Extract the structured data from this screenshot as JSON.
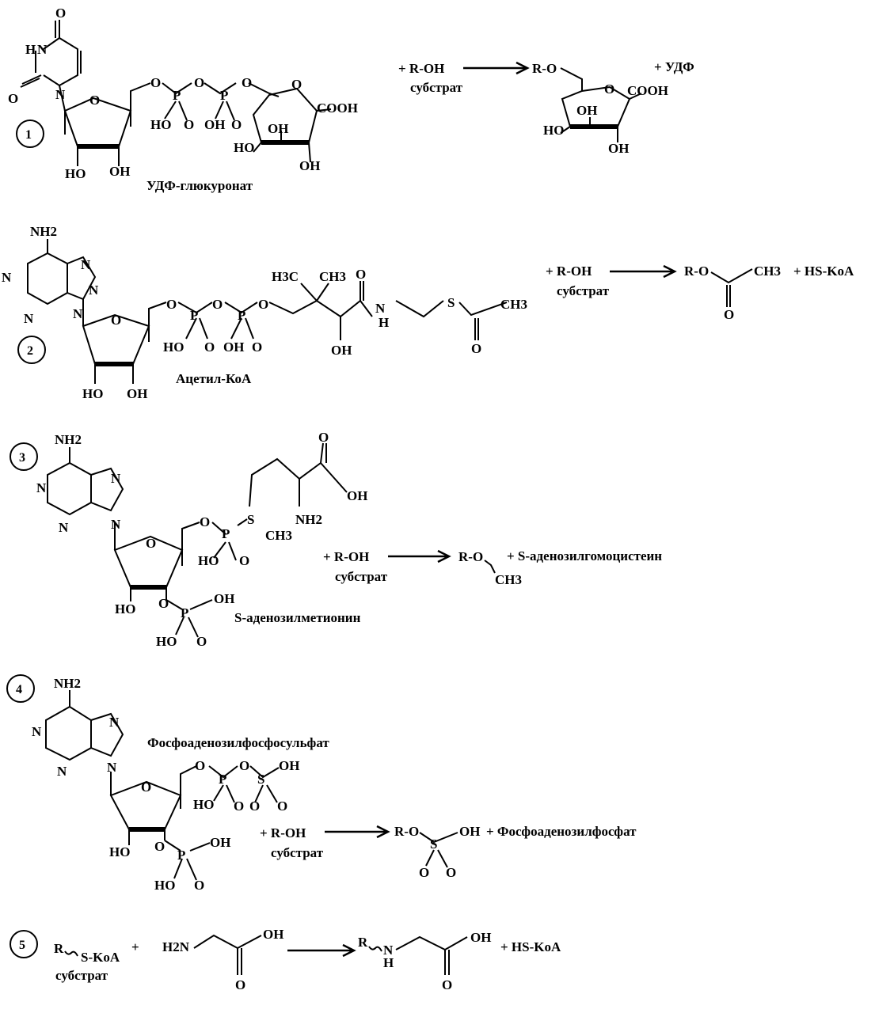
{
  "reactions": [
    {
      "number": "1",
      "cofactor_name": "УДФ-глюкуронат",
      "plus_reagent": "+ R-OH",
      "reagent_sub": "субстрат",
      "product_prefix": "R-O",
      "byproduct": "+ УДФ",
      "labels": {
        "O_top": "O",
        "HN": "H",
        "N1": "N",
        "O_left": "O",
        "N_ring": "N",
        "O_rib": "O",
        "O1": "O",
        "P1": "P",
        "O2": "O",
        "P2": "P",
        "O3": "O",
        "HO_p1": "HO",
        "O_p1": "O",
        "OH_p2": "OH",
        "O_p2": "O",
        "O_glu": "O",
        "COOH": "COOH",
        "OH_glu1": "OH",
        "HO_glu": "HO",
        "OH_glu2": "OH",
        "HO_r1": "HO",
        "OH_r2": "OH",
        "prod_O": "O",
        "prod_COOH": "COOH",
        "prod_OH1": "OH",
        "prod_HO": "HO",
        "prod_OH2": "OH"
      }
    },
    {
      "number": "2",
      "cofactor_name": "Ацетил-КоА",
      "plus_reagent": "+ R-OH",
      "reagent_sub": "субстрат",
      "product_prefix": "R-O",
      "product_ch3": "CH3",
      "product_o": "O",
      "byproduct": "+ HS-KoA",
      "labels": {
        "NH2": "NH2",
        "N_a": "N",
        "N_b": "N",
        "N_c": "N",
        "N_d": "N",
        "N_e": "N",
        "O_rib": "O",
        "O1": "O",
        "P1": "P",
        "O2": "O",
        "P2": "P",
        "O3": "O",
        "HO_p1": "HO",
        "O_p1": "O",
        "OH_p2": "OH",
        "O_p2": "O",
        "H3C": "H3C",
        "CH3a": "CH3",
        "O_amide": "O",
        "N_amide": "N",
        "H_amide": "H",
        "OH_pan": "OH",
        "S": "S",
        "CH3_ac": "CH3",
        "O_ac": "O",
        "HO_r1": "HO",
        "OH_r2": "OH"
      }
    },
    {
      "number": "3",
      "cofactor_name": "S-аденозилметионин",
      "plus_reagent": "+ R-OH",
      "reagent_sub": "субстрат",
      "product_prefix": "R-O",
      "product_ch3": "CH3",
      "byproduct": "+   S-аденозилгомоцистеин",
      "labels": {
        "NH2": "NH2",
        "N_a": "N",
        "N_b": "N",
        "N_c": "N",
        "N_d": "N",
        "O_rib": "O",
        "O1": "O",
        "P1": "P",
        "S": "S",
        "CH3": "CH3",
        "NH2_met": "NH2",
        "O_cooh": "O",
        "OH_cooh": "OH",
        "HO_p1": "HO",
        "O_p1": "O",
        "HO_r1": "HO",
        "O_r2": "O",
        "P2": "P",
        "OH_p2": "OH",
        "HO_p2": "HO",
        "O_p2": "O"
      }
    },
    {
      "number": "4",
      "cofactor_name": "Фосфоаденозилфосфосульфат",
      "plus_reagent": "+ R-OH",
      "reagent_sub": "субстрат",
      "product_prefix": "R-O",
      "product_s": "S",
      "product_oh": "OH",
      "product_o1": "O",
      "product_o2": "O",
      "byproduct": "+ Фосфоаденозилфосфат",
      "labels": {
        "NH2": "NH2",
        "N_a": "N",
        "N_b": "N",
        "N_c": "N",
        "N_d": "N",
        "O_rib": "O",
        "O1": "O",
        "P1": "P",
        "O2": "O",
        "S": "S",
        "OH_s": "OH",
        "HO_p1": "HO",
        "O_p1": "O",
        "O_s1": "O",
        "O_s2": "O",
        "HO_r1": "HO",
        "O_r2": "O",
        "P2": "P",
        "OH_p2": "OH",
        "HO_p2": "HO",
        "O_p2": "O"
      }
    },
    {
      "number": "5",
      "reactant": "R",
      "reactant_group": "S-KoA",
      "reagent_sub": "субстрат",
      "plus": "+",
      "glycine_h2n": "H2N",
      "glycine_oh": "OH",
      "glycine_o": "O",
      "product_r": "R",
      "product_n": "N",
      "product_h": "H",
      "product_oh": "OH",
      "product_o": "O",
      "byproduct": "+ HS-KoA"
    }
  ]
}
